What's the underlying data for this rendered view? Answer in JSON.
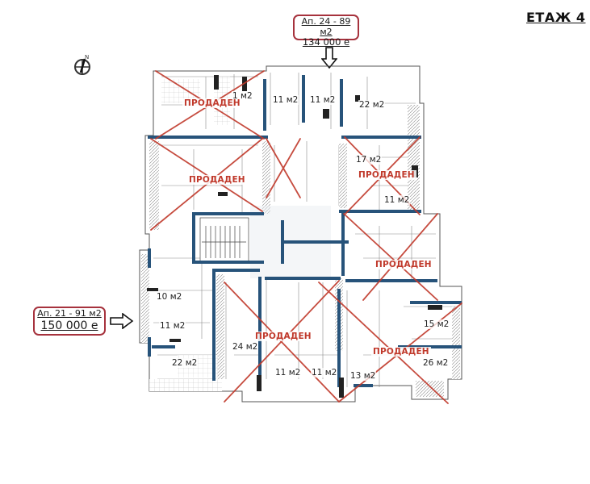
{
  "floor_title": "ЕТАЖ 4",
  "compass": {
    "icon": "north-arrow-compass-icon",
    "label": "N"
  },
  "callouts": [
    {
      "id": "apt-24",
      "title": "Ап. 24 - 89 м2",
      "price": "134 000 е",
      "arrow": "down"
    },
    {
      "id": "apt-21",
      "title": "Ап. 21 - 91 м2",
      "price": "150 000 е",
      "arrow": "right"
    }
  ],
  "sold_label": "ПРОДАДЕН",
  "rooms": [
    {
      "label": "1 м2"
    },
    {
      "label": "11 м2"
    },
    {
      "label": "11 м2"
    },
    {
      "label": "22 м2"
    },
    {
      "label": "17 м2"
    },
    {
      "label": "11 м2"
    },
    {
      "label": "10 м2"
    },
    {
      "label": "11 м2"
    },
    {
      "label": "22 м2"
    },
    {
      "label": "24 м2"
    },
    {
      "label": "11 м2"
    },
    {
      "label": "11 м2"
    },
    {
      "label": "13 м2"
    },
    {
      "label": "15 м2"
    },
    {
      "label": "26 м2"
    }
  ],
  "sold_apartments": [
    {
      "position": "top-left"
    },
    {
      "position": "mid-left"
    },
    {
      "position": "top-center-bath"
    },
    {
      "position": "right-upper"
    },
    {
      "position": "right-middle"
    },
    {
      "position": "bottom-center"
    },
    {
      "position": "bottom-right"
    }
  ],
  "colors": {
    "sold_red": "#c0392b",
    "callout_border": "#a6323d",
    "wall_blue": "#27537a",
    "wall_dark": "#222222",
    "line_gray": "#6b6b6b"
  }
}
